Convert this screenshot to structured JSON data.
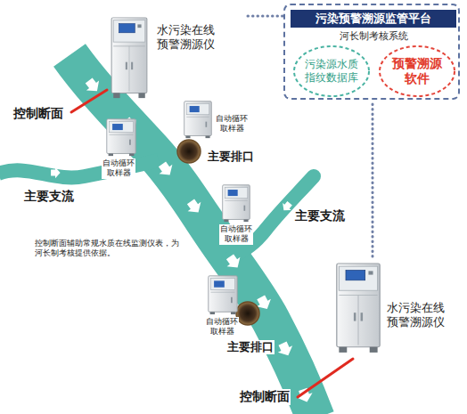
{
  "diagram": {
    "nodes": [
      {
        "text": [
          "污染预警溯源监管平台",
          "河长制考核系统"
        ]
      },
      {
        "text": [
          "污染源水质指纹数据库"
        ],
        "in": 0
      },
      {
        "text": [
          "预警溯源软件"
        ],
        "in": 0
      },
      {
        "text": [
          "水污染在线预警溯源仪"
        ]
      },
      {
        "text": [
          "水污染在线预警溯源仪"
        ]
      }
    ],
    "edges": [
      {
        "from": 3,
        "to": 0,
        "arrow": "none"
      },
      {
        "from": 4,
        "to": 0,
        "arrow": "none"
      }
    ],
    "labels": [
      "控制断面",
      "自动循环取样器",
      "主要排口",
      "自动循环取样器",
      "主要支流",
      "主要支流",
      "自动循环取样器",
      "控制断面辅助常规水质在线监测仪表，为河长制考核提供依据。",
      "自动循环取样器",
      "主要排口",
      "控制断面"
    ]
  }
}
